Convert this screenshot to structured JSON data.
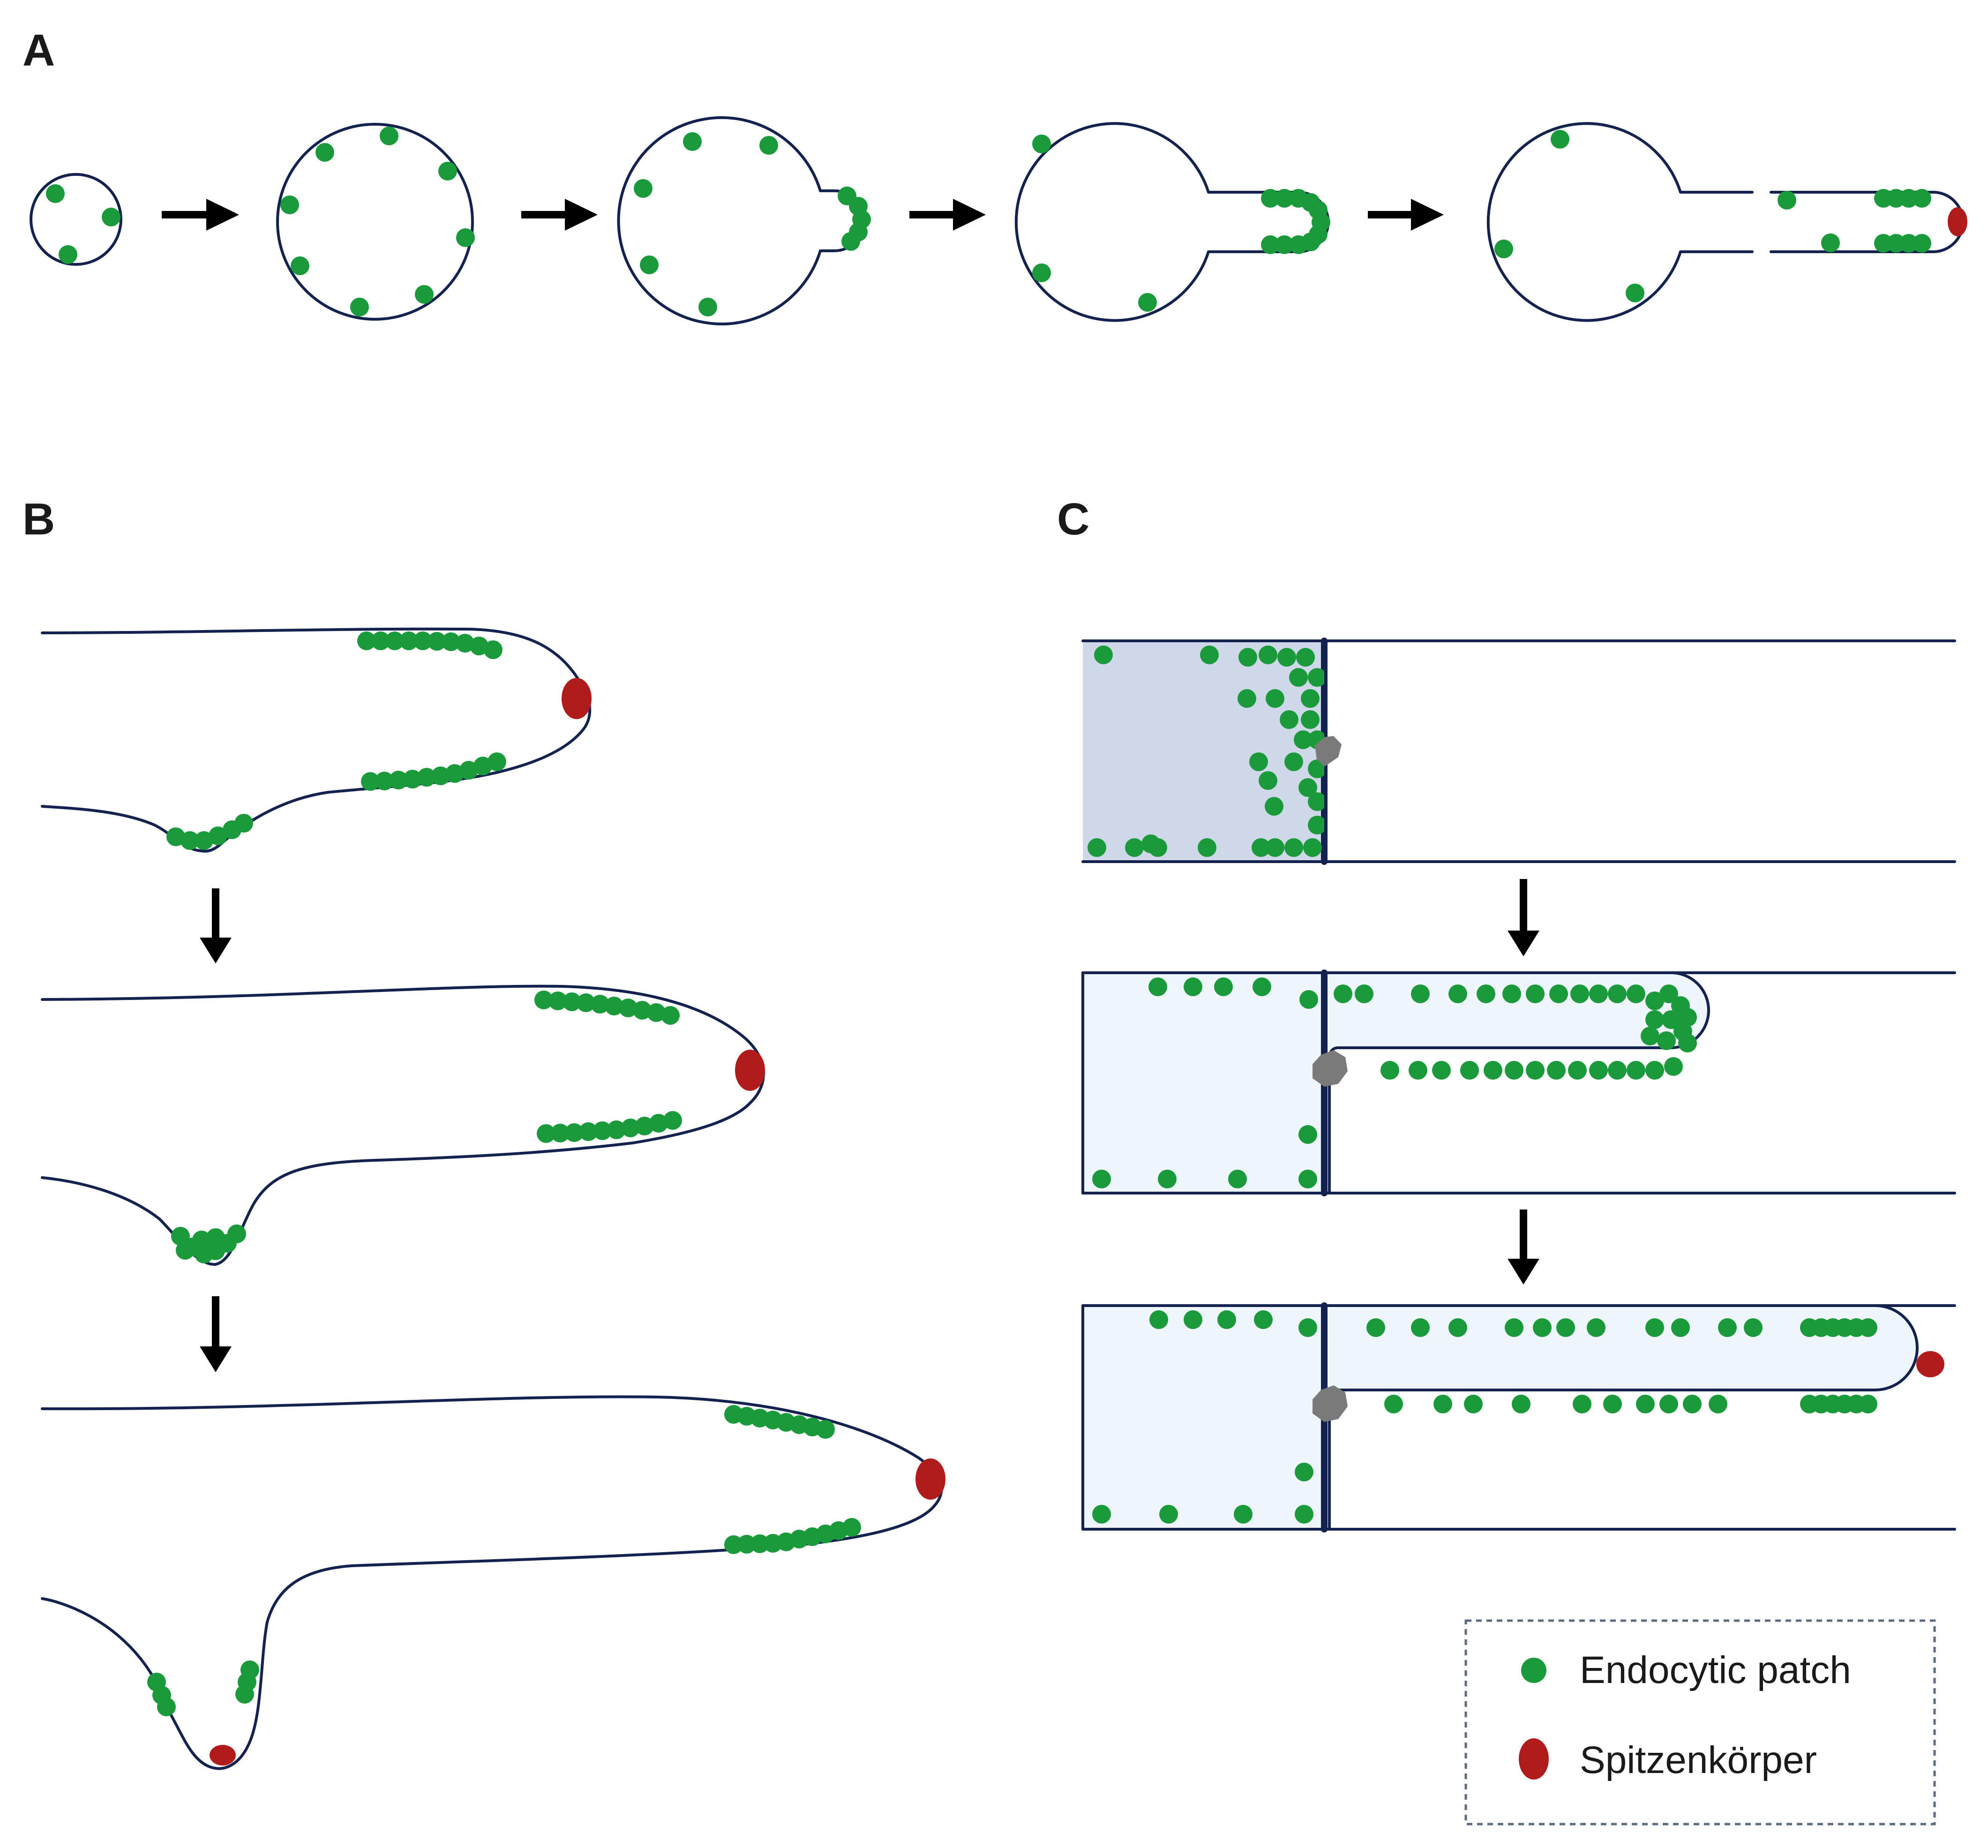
{
  "panels": {
    "a": {
      "label": "A"
    },
    "b": {
      "label": "B"
    },
    "c": {
      "label": "C"
    }
  },
  "legend": {
    "items": [
      {
        "label": "Endocytic patch",
        "color": "#1a9a3a",
        "shape": "circle"
      },
      {
        "label": "Spitzenkörper",
        "color": "#b01c1c",
        "shape": "ellipse"
      }
    ]
  },
  "colors": {
    "outline": "#14224f",
    "patch": "#1a9a3a",
    "spitzenkorper": "#b01c1c",
    "septal_pore": "#7a7a7a",
    "old_compartment": "#cfd8e8",
    "cytoplasm": "#eef5fb",
    "arrow": "#000000"
  }
}
